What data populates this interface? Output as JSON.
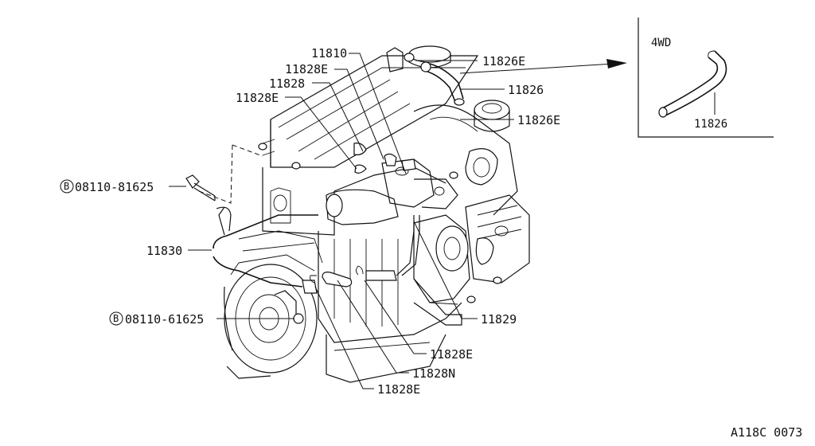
{
  "diagram": {
    "doc_code": "A118C 0073",
    "inset_label": "4WD",
    "parts": {
      "p11810": "11810",
      "p11828E_top": "11828E",
      "p11828": "11828",
      "p11828E_mid": "11828E",
      "p11826E_top": "11826E",
      "p11826": "11826",
      "p11826E_right": "11826E",
      "p11830": "11830",
      "p11829": "11829",
      "p11828E_low": "11828E",
      "p11828N": "11828N",
      "p11828E_bottom": "11828E",
      "inset_11826": "11826",
      "bolt_upper": "08110-81625",
      "bolt_lower": "08110-61625"
    },
    "bolt_symbol": "B"
  }
}
